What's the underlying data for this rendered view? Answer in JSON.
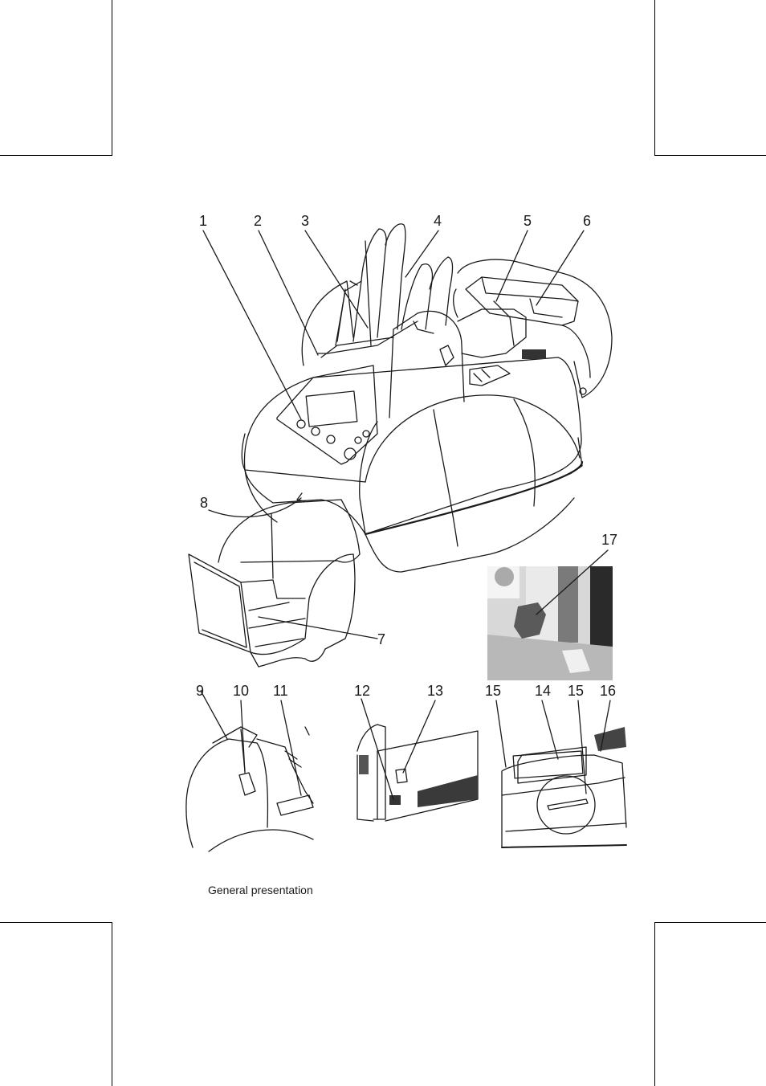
{
  "caption": "General presentation",
  "callouts": {
    "n1": "1",
    "n2": "2",
    "n3": "3",
    "n4": "4",
    "n5": "5",
    "n6": "6",
    "n7": "7",
    "n8": "8",
    "n9": "9",
    "n10": "10",
    "n11": "11",
    "n12": "12",
    "n13": "13",
    "n14": "14",
    "n15a": "15",
    "n15b": "15",
    "n16": "16",
    "n17": "17"
  },
  "colors": {
    "line": "#1a1a1a",
    "photo_dark": "#2a2a2a",
    "photo_mid": "#9a9a9a",
    "photo_light": "#d8d8d8"
  }
}
